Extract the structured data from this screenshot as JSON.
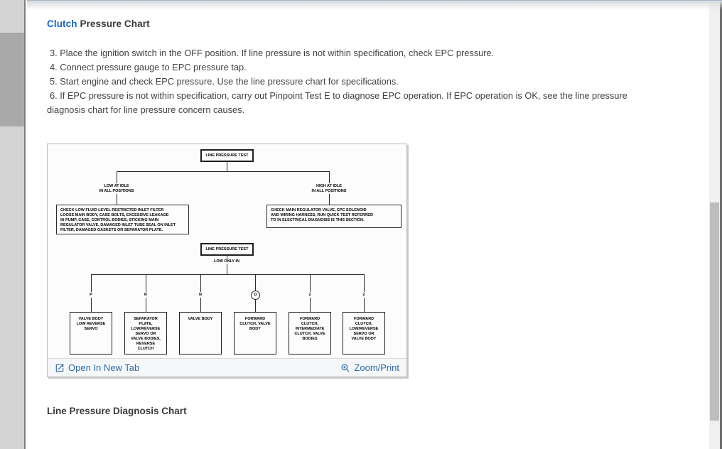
{
  "page": {
    "title": {
      "link": "Clutch",
      "rest": "Pressure Chart"
    },
    "steps": [
      "3. Place the ignition switch in the OFF position. If line pressure is not within specification, check EPC pressure.",
      "4. Connect pressure gauge to EPC pressure tap.",
      "5. Start engine and check EPC pressure. Use the line pressure chart for specifications.",
      "6. If EPC pressure is not within specification, carry out Pinpoint Test E to diagnose EPC operation. If EPC operation is OK, see the line pressure\ndiagnosis chart for line pressure concern causes."
    ],
    "section_heading": "Line Pressure Diagnosis Chart"
  },
  "figure": {
    "toolbar": {
      "open_in_new_tab": "Open In New Tab",
      "zoom_print": "Zoom/Print"
    },
    "flowchart": {
      "top_box": "LINE PRESSURE TEST",
      "left_branch_label": "LOW AT IDLE\nIN ALL POSITIONS",
      "left_branch_box": "CHECK LOW FLUID LEVEL RESTRICTED INLET FILTER\nLOOSE MAIN BODY, CASE BOLTS, EXCESSIVE LEAKAGE\nIN PUMP, CASE, CONTROL BODIES, STICKING MAIN\nREGULATOR VALVE, DAMAGED INLET TUBE SEAL ON INLET\nFILTER, DAMAGED GASKETS OR SEPARATOR PLATE.",
      "right_branch_label": "HIGH AT IDLE\nIN ALL POSITIONS",
      "right_branch_box": "CHECK MAIN REGULATOR VALVE, EPC SOLENOID\nAND WIRING HARNESS, RUN QUICK TEST REFERRED\nTO IN ELECTRICAL DIAGNOSIS IS THIS SECTION.",
      "mid_box": "LINE PRESSURE TEST",
      "mid_label": "LOW ONLY IN",
      "columns": [
        {
          "gear": "P",
          "box": "VALVE BODY\nLOW REVERSE\nSERVO"
        },
        {
          "gear": "R",
          "box": "SEPARATOR\nPLATE,\nLOW/REVERSE\nSERVO OR\nVALVE BODIES,\nREVERSE\nCLUTCH"
        },
        {
          "gear": "N",
          "box": "VALVE BODY"
        },
        {
          "gear": "D",
          "box": "FORWARD\nCLUTCH, VALVE\nBODY"
        },
        {
          "gear": "2",
          "box": "FORWARD\nCLUTCH,\nINTERMEDIATE\nCLUTCH, VALVE\nBODIES"
        },
        {
          "gear": "2",
          "box": "FORWARD\nCLUTCH,\nLOW/REVERSE\nSERVO OR\nVALVE BODY"
        }
      ]
    }
  },
  "colors": {
    "title_link": "#1868c0",
    "toolbar_link": "#2a6bac"
  }
}
